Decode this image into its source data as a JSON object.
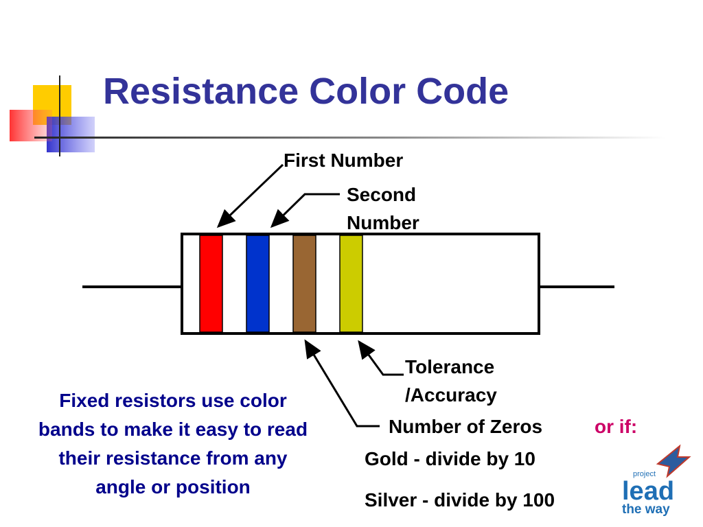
{
  "slide": {
    "title": "Resistance Color Code"
  },
  "labels": {
    "first_number": "First Number",
    "second_number_line1": "Second",
    "second_number_line2": "Number",
    "tolerance_line1": "Tolerance",
    "tolerance_line2": "/Accuracy",
    "number_of_zeros": "Number of Zeros",
    "or_if": "or if:",
    "gold_rule": "Gold - divide by 10",
    "silver_rule": "Silver - divide by 100"
  },
  "caption": {
    "line1": "Fixed resistors use color",
    "line2": "bands to make it easy to read",
    "line3": "their resistance  from any",
    "line4": "angle or position"
  },
  "resistor": {
    "bands": [
      {
        "color": "#ff0000",
        "name": "red"
      },
      {
        "color": "#0033cc",
        "name": "blue"
      },
      {
        "color": "#996633",
        "name": "brown"
      },
      {
        "color": "#cccc00",
        "name": "gold"
      }
    ]
  },
  "colors": {
    "title": "#333399",
    "caption": "#00008b",
    "highlight": "#cc0066",
    "logo_blue": "#1f6fb5"
  },
  "logo": {
    "line1": "project",
    "line2": "lead",
    "line3": "the way"
  }
}
